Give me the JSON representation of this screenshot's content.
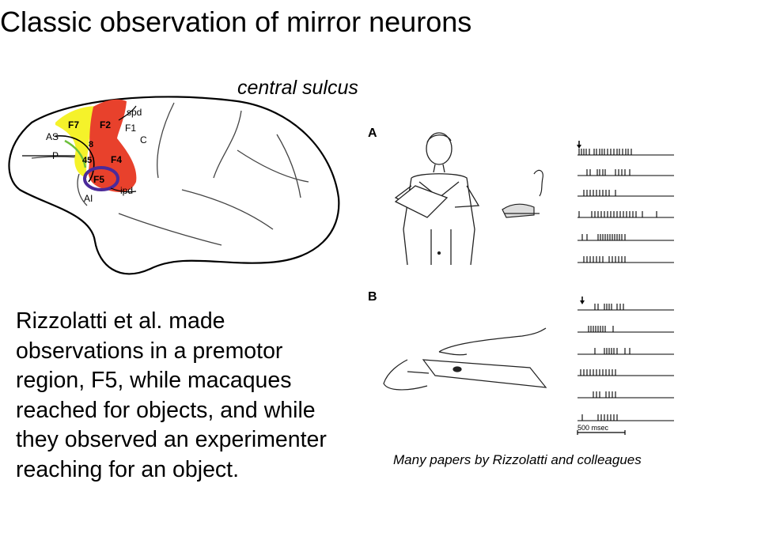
{
  "title": "Classic observation of mirror neurons",
  "annotation": "central sulcus",
  "brain_labels": {
    "AS": "AS",
    "P": "P",
    "F7": "F7",
    "F2": "F2",
    "F1": "F1",
    "spd": "spd",
    "C": "C",
    "eight": "8",
    "forty_five": "45",
    "F4": "F4",
    "F5": "F5",
    "ipd": "ipd",
    "AI": "AI"
  },
  "figure": {
    "panel_a": "A",
    "panel_b": "B",
    "scale_label": "500 msec"
  },
  "body_text": "Rizzolatti et al. made observations in a premotor region, F5, while macaques reached for objects, and while they observed an experimenter reaching for an object.",
  "caption": "Many papers by Rizzolatti and colleagues",
  "colors": {
    "area_red": "#e8412c",
    "area_yellow": "#f5f22a",
    "f5_outline": "#4b2a9a"
  },
  "icons": [
    "down-arrow-icon"
  ]
}
